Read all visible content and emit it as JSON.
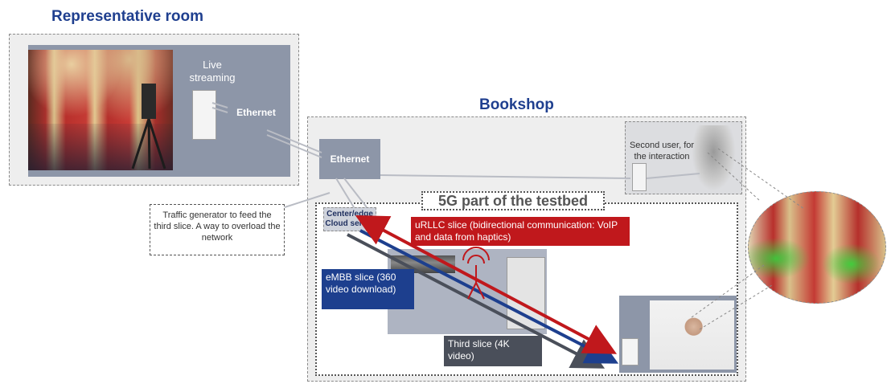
{
  "representative_room": {
    "title": "Representative room",
    "live_streaming": "Live streaming",
    "ethernet": "Ethernet"
  },
  "bookshop": {
    "title": "Bookshop",
    "ethernet": "Ethernet",
    "second_user": "Second user, for the interaction"
  },
  "traffic_generator": {
    "text": "Traffic generator to feed the third slice. A way to overload the network"
  },
  "testbed": {
    "title": "5G part of the testbed",
    "cloud_server": "Center/edge Cloud server"
  },
  "slices": {
    "urllc": "uRLLC slice (bidirectional communication: VoIP and data from haptics)",
    "embb": "eMBB slice (360 video download)",
    "third": "Third slice (4K video)"
  },
  "colors": {
    "title_blue": "#1f3f8f",
    "urllc_red": "#c0181c",
    "embb_blue": "#1d3f8e",
    "third_gray": "#4a4f5a",
    "frame_gray": "#8d96a8"
  }
}
